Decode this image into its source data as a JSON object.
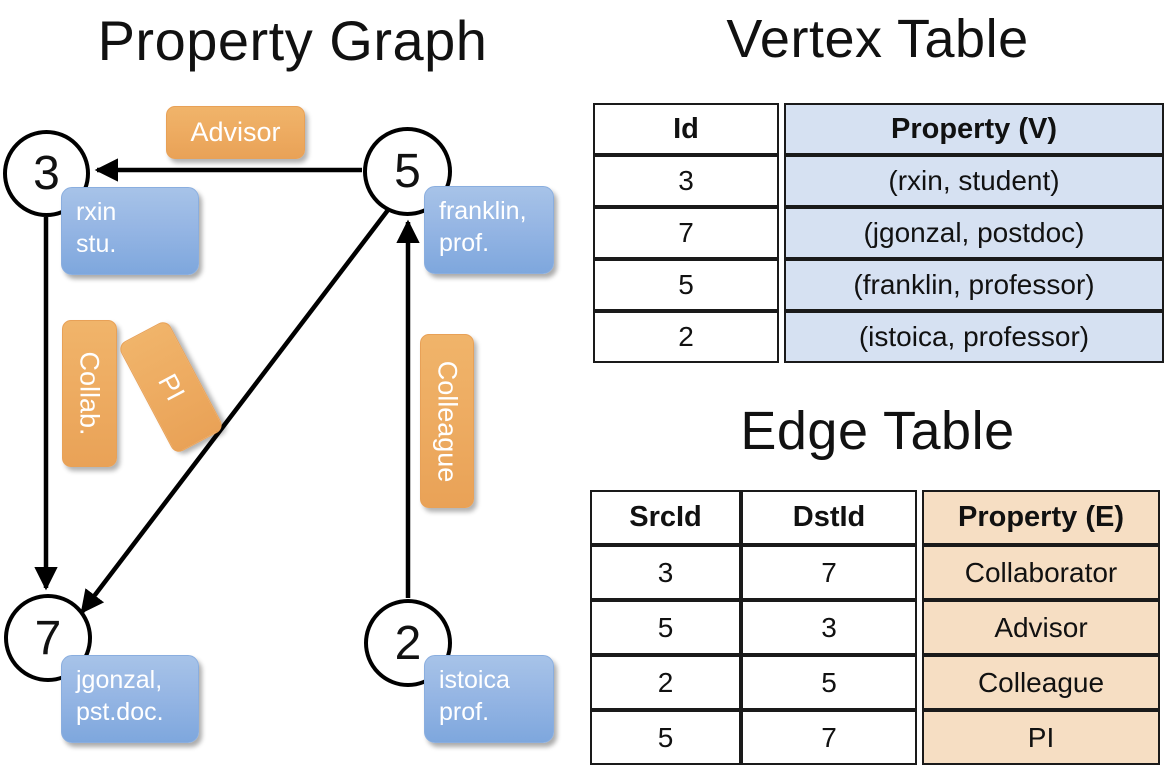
{
  "titles": {
    "property_graph": "Property Graph",
    "vertex_table": "Vertex Table",
    "edge_table": "Edge Table"
  },
  "graph": {
    "vertices": [
      {
        "id": "3",
        "property": "rxin\nstu."
      },
      {
        "id": "5",
        "property": "franklin,\nprof."
      },
      {
        "id": "7",
        "property": "jgonzal,\npst.doc."
      },
      {
        "id": "2",
        "property": "istoica\nprof."
      }
    ],
    "vertex_labels": {
      "v3": "3",
      "v5": "5",
      "v7": "7",
      "v2": "2"
    },
    "property_boxes": {
      "rxin_line1": "rxin",
      "rxin_line2": "stu.",
      "franklin_line1": "franklin,",
      "franklin_line2": "prof.",
      "jgonzal_line1": "jgonzal,",
      "jgonzal_line2": "pst.doc.",
      "istoica_line1": "istoica",
      "istoica_line2": "prof."
    },
    "edge_labels": {
      "advisor": "Advisor",
      "collab": "Collab.",
      "pi": "PI",
      "colleague": "Colleague"
    },
    "edges": [
      {
        "src": "5",
        "dst": "3",
        "label": "Advisor"
      },
      {
        "src": "3",
        "dst": "7",
        "label": "Collab."
      },
      {
        "src": "5",
        "dst": "7",
        "label": "PI"
      },
      {
        "src": "2",
        "dst": "5",
        "label": "Colleague"
      }
    ]
  },
  "vertex_table": {
    "headers": [
      "Id",
      "Property (V)"
    ],
    "rows": [
      {
        "id": "3",
        "property": "(rxin, student)"
      },
      {
        "id": "7",
        "property": "(jgonzal, postdoc)"
      },
      {
        "id": "5",
        "property": "(franklin, professor)"
      },
      {
        "id": "2",
        "property": "(istoica, professor)"
      }
    ]
  },
  "edge_table": {
    "headers": [
      "SrcId",
      "DstId",
      "Property (E)"
    ],
    "rows": [
      {
        "src": "3",
        "dst": "7",
        "property": "Collaborator"
      },
      {
        "src": "5",
        "dst": "3",
        "property": "Advisor"
      },
      {
        "src": "2",
        "dst": "5",
        "property": "Colleague"
      },
      {
        "src": "5",
        "dst": "7",
        "property": "PI"
      }
    ]
  },
  "colors": {
    "vertex_property_blue": "#96b6e4",
    "edge_label_orange": "#eead63",
    "vertex_table_cell": "#d6e1f2",
    "edge_table_cell": "#f6dec3",
    "stroke": "#000000"
  }
}
